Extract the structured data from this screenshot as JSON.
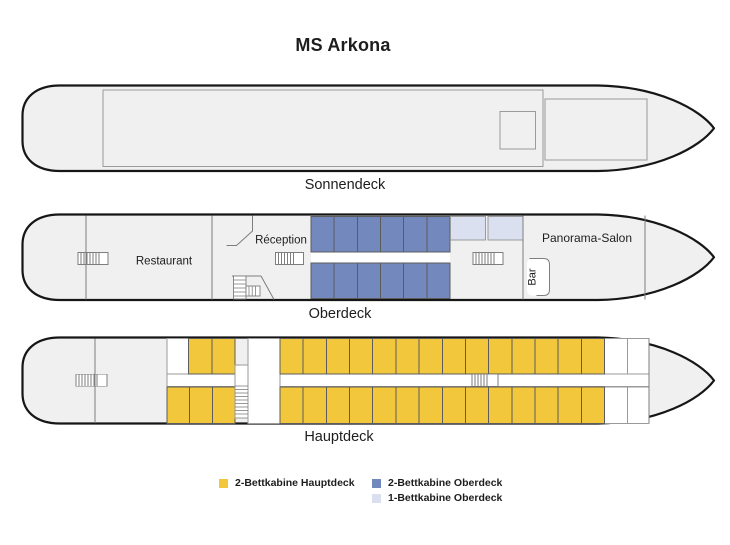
{
  "title": "MS Arkona",
  "decks": {
    "sonnendeck": {
      "label": "Sonnendeck"
    },
    "oberdeck": {
      "label": "Oberdeck",
      "rooms": {
        "restaurant": "Restaurant",
        "reception": "Réception",
        "panorama_salon": "Panorama-Salon",
        "bar": "Bar"
      },
      "cabins": {
        "double_top_row": 6,
        "double_bottom_row": 6,
        "single_row": 2
      }
    },
    "hauptdeck": {
      "label": "Hauptdeck",
      "cabins": {
        "aft_top_row": 2,
        "aft_bottom_row": 3,
        "main_top_row": 14,
        "main_bottom_row": 14
      }
    }
  },
  "legend": [
    {
      "id": "double-cabin-hauptdeck",
      "label": "2-Bettkabine Hauptdeck",
      "color": "#F2C73C"
    },
    {
      "id": "double-cabin-oberdeck",
      "label": "2-Bettkabine Oberdeck",
      "color": "#7389BE"
    },
    {
      "id": "single-cabin-oberdeck",
      "label": "1-Bettkabine Oberdeck",
      "color": "#DBE0F1"
    }
  ],
  "colors": {
    "background": "#FFFFFF",
    "hull_fill": "#F0F0F0",
    "hull_outline": "#161616",
    "inner_line": "#9A9A9A",
    "wall_line": "#7E7E7E",
    "cabin_divider": "#5C5C5C",
    "corridor": "#FFFFFF",
    "text": "#1D1D1D"
  }
}
